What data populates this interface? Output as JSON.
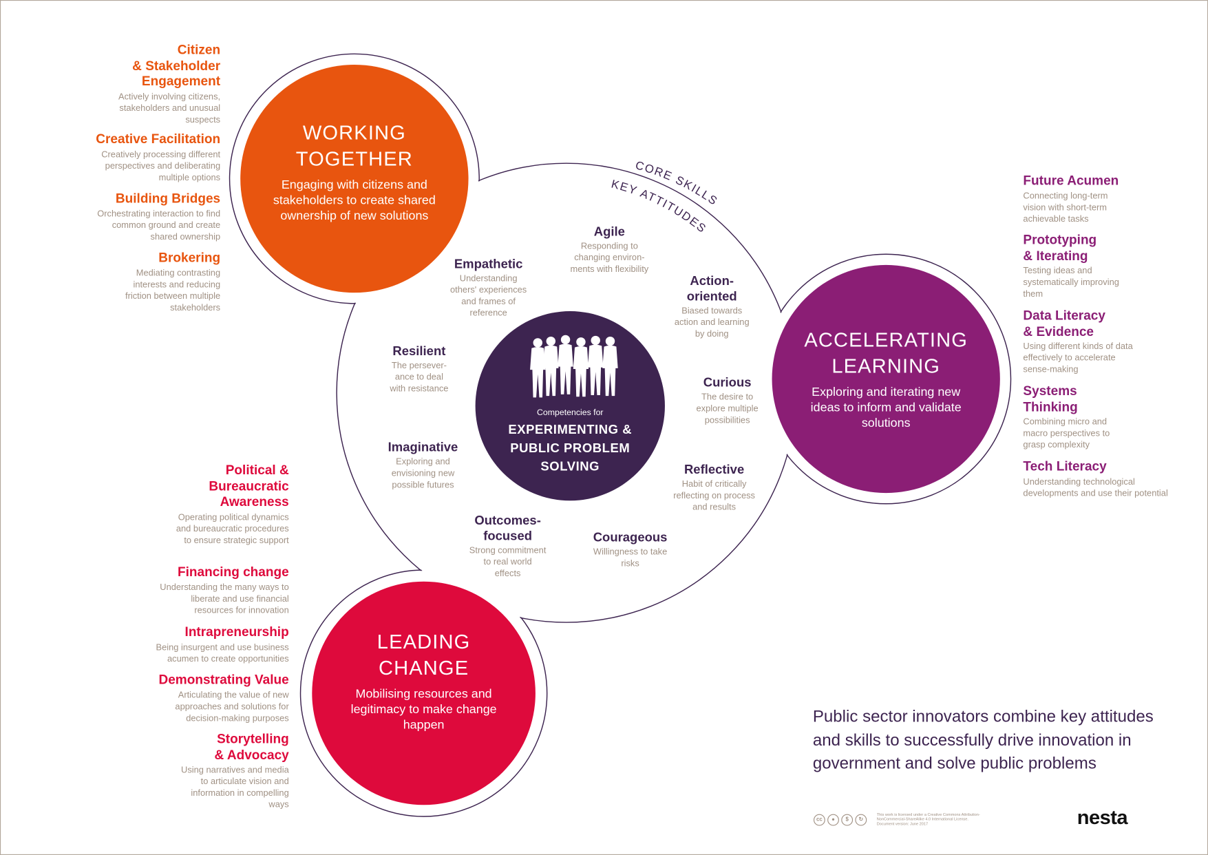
{
  "colors": {
    "working_together": "#e8550f",
    "accelerating_learning": "#8b1e75",
    "leading_change": "#de0a3c",
    "center": "#3d2450",
    "description_text": "#a09184",
    "outline": "#3d2450"
  },
  "center": {
    "icon": "people-silhouettes-icon",
    "subtitle": "Competencies for",
    "title_lines": [
      "EXPERIMENTING &",
      "PUBLIC PROBLEM",
      "SOLVING"
    ]
  },
  "ring_labels": {
    "outer": "CORE SKILLS",
    "inner": "KEY ATTITUDES"
  },
  "hubs": {
    "working_together": {
      "title_lines": [
        "WORKING",
        "TOGETHER"
      ],
      "description": "Engaging with citizens and stakeholders to create shared ownership of new solutions"
    },
    "accelerating_learning": {
      "title_lines": [
        "ACCELERATING",
        "LEARNING"
      ],
      "description": "Exploring and iterating new ideas to inform and validate solutions"
    },
    "leading_change": {
      "title_lines": [
        "LEADING",
        "CHANGE"
      ],
      "description": "Mobilising resources and legitimacy to make change happen"
    }
  },
  "skills": {
    "working_together": [
      {
        "title": "Citizen & Stakeholder Engagement",
        "description": "Actively involving citizens, stakeholders and unusual suspects"
      },
      {
        "title": "Creative Facilitation",
        "description": "Creatively processing different perspectives and deliberating multiple options"
      },
      {
        "title": "Building Bridges",
        "description": "Orchestrating interaction to find common ground and create shared ownership"
      },
      {
        "title": "Brokering",
        "description": "Mediating contrasting interests and reducing friction between multiple stakeholders"
      }
    ],
    "accelerating_learning": [
      {
        "title": "Future Acumen",
        "description": "Connecting long-term vision with short-term achievable tasks"
      },
      {
        "title": "Prototyping & Iterating",
        "description": "Testing ideas and systematically improving them"
      },
      {
        "title": "Data Literacy & Evidence",
        "description": "Using different kinds of data effectively to accelerate sense-making"
      },
      {
        "title": "Systems Thinking",
        "description": "Combining micro and macro perspectives to grasp complexity"
      },
      {
        "title": "Tech Literacy",
        "description": "Understanding technological developments and use their potential"
      }
    ],
    "leading_change": [
      {
        "title": "Political & Bureaucratic Awareness",
        "description": "Operating political dynamics and bureaucratic procedures to ensure strategic support"
      },
      {
        "title": "Financing change",
        "description": "Understanding the many ways to liberate and use financial resources for innovation"
      },
      {
        "title": "Intrapreneurship",
        "description": "Being insurgent and use business acumen to create opportunities"
      },
      {
        "title": "Demonstrating Value",
        "description": "Articulating the value of new approaches and solutions for decision-making purposes"
      },
      {
        "title": "Storytelling & Advocacy",
        "description": "Using narratives and media to articulate vision and information in compelling ways"
      }
    ]
  },
  "attitudes": [
    {
      "title": "Agile",
      "description": "Responding to changing environ-ments with flexibility"
    },
    {
      "title": "Empathetic",
      "description": "Understanding others' experiences and frames of reference"
    },
    {
      "title": "Action-oriented",
      "description": "Biased towards action and learning by doing"
    },
    {
      "title": "Resilient",
      "description": "The persever-ance to deal with resistance"
    },
    {
      "title": "Curious",
      "description": "The desire to explore multiple possibilities"
    },
    {
      "title": "Imaginative",
      "description": "Exploring and envisioning new possible futures"
    },
    {
      "title": "Reflective",
      "description": "Habit of critically reflecting on process and results"
    },
    {
      "title": "Outcomes-focused",
      "description": "Strong commitment to real world effects"
    },
    {
      "title": "Courageous",
      "description": "Willingness to take risks"
    }
  ],
  "tagline": "Public sector innovators combine key attitudes and skills to successfully drive innovation in government and solve public problems",
  "license": {
    "icons": [
      "cc",
      "by",
      "nc",
      "sa"
    ],
    "text_lines": [
      "This work is licensed under a Creative Commons Attribution-",
      "NonCommercial-ShareAlike 4.0 International License.",
      "Document version: June 2017"
    ]
  },
  "logo": "nesta"
}
